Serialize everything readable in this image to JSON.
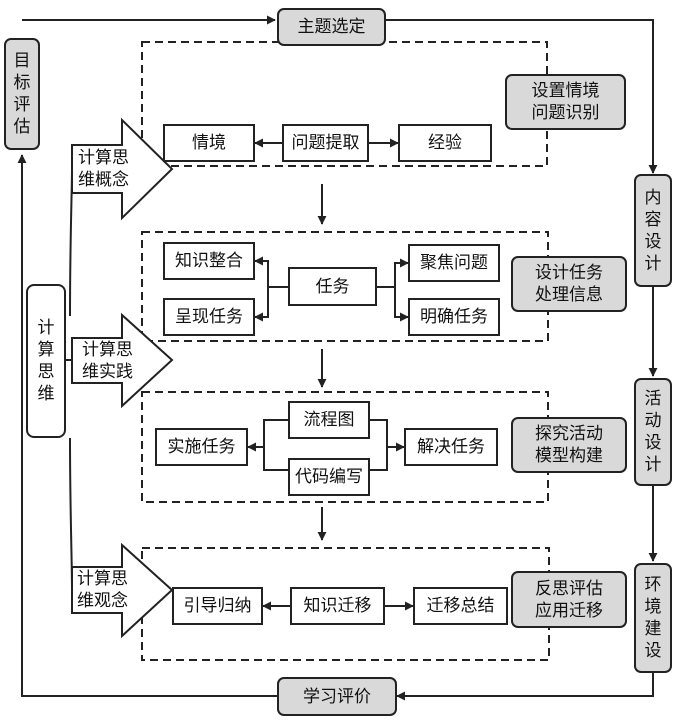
{
  "outer": {
    "top": "主题选定",
    "bottom": "学习评价",
    "left": [
      "目",
      "标",
      "评",
      "估"
    ],
    "right": [
      [
        "内",
        "容",
        "设",
        "计"
      ],
      [
        "活",
        "动",
        "设",
        "计"
      ],
      [
        "环",
        "境",
        "建",
        "设"
      ]
    ]
  },
  "core": [
    "计",
    "算",
    "思",
    "维"
  ],
  "arrows": [
    [
      "计算思",
      "维概念"
    ],
    [
      "计算思",
      "维实践"
    ],
    [
      "计算思",
      "维观念"
    ]
  ],
  "sections": [
    {
      "tag": [
        "设置情境",
        "问题识别"
      ],
      "items": [
        "情境",
        "问题提取",
        "经验"
      ]
    },
    {
      "tag": [
        "设计任务",
        "处理信息"
      ],
      "items": [
        "知识整合",
        "呈现任务",
        "任务",
        "聚焦问题",
        "明确任务"
      ]
    },
    {
      "tag": [
        "探究活动",
        "模型构建"
      ],
      "items": [
        "实施任务",
        "流程图",
        "代码编写",
        "解决任务"
      ]
    },
    {
      "tag": [
        "反思评估",
        "应用迁移"
      ],
      "items": [
        "引导归纳",
        "知识迁移",
        "迁移总结"
      ]
    }
  ]
}
